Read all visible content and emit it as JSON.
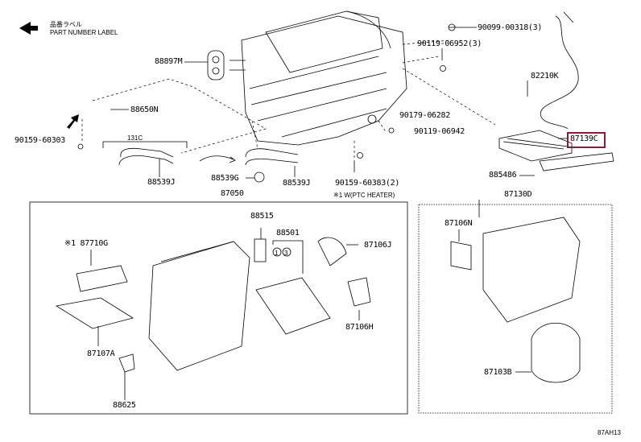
{
  "legend": {
    "jp_text": "品番ラベル",
    "en_text": "PART NUMBER LABEL",
    "icon": "arrow-left-icon"
  },
  "highlight_color": "#8b1a3a",
  "parts": {
    "p90099": "90099-00318(3)",
    "p90119a": "90119-06952(3)",
    "p88897M": "88897M",
    "p82210K": "82210K",
    "p88650N": "88650N",
    "p90159a": "90159-60303",
    "p131c": "131C",
    "p90179": "90179-06282",
    "p90119b": "90119-06942",
    "p87139C": "87139C",
    "p885486": "885486",
    "p88539J_left": "88539J",
    "p88539G": "88539G",
    "p87050": "87050",
    "p88539J_mid": "88539J",
    "p90159b": "90159-60383(2)",
    "ptc_note": "※1 W(PTC HEATER)",
    "p87130D": "87130D",
    "p88515": "88515",
    "p88501": "88501",
    "p87106J": "87106J",
    "p87710G": "※1 87710G",
    "p87107A": "87107A",
    "p88625": "88625",
    "p87106H": "87106H",
    "p87106N": "87106N",
    "p87103B": "87103B",
    "circle1": "1",
    "circle3": "3"
  },
  "diagram_code": "87AH13"
}
